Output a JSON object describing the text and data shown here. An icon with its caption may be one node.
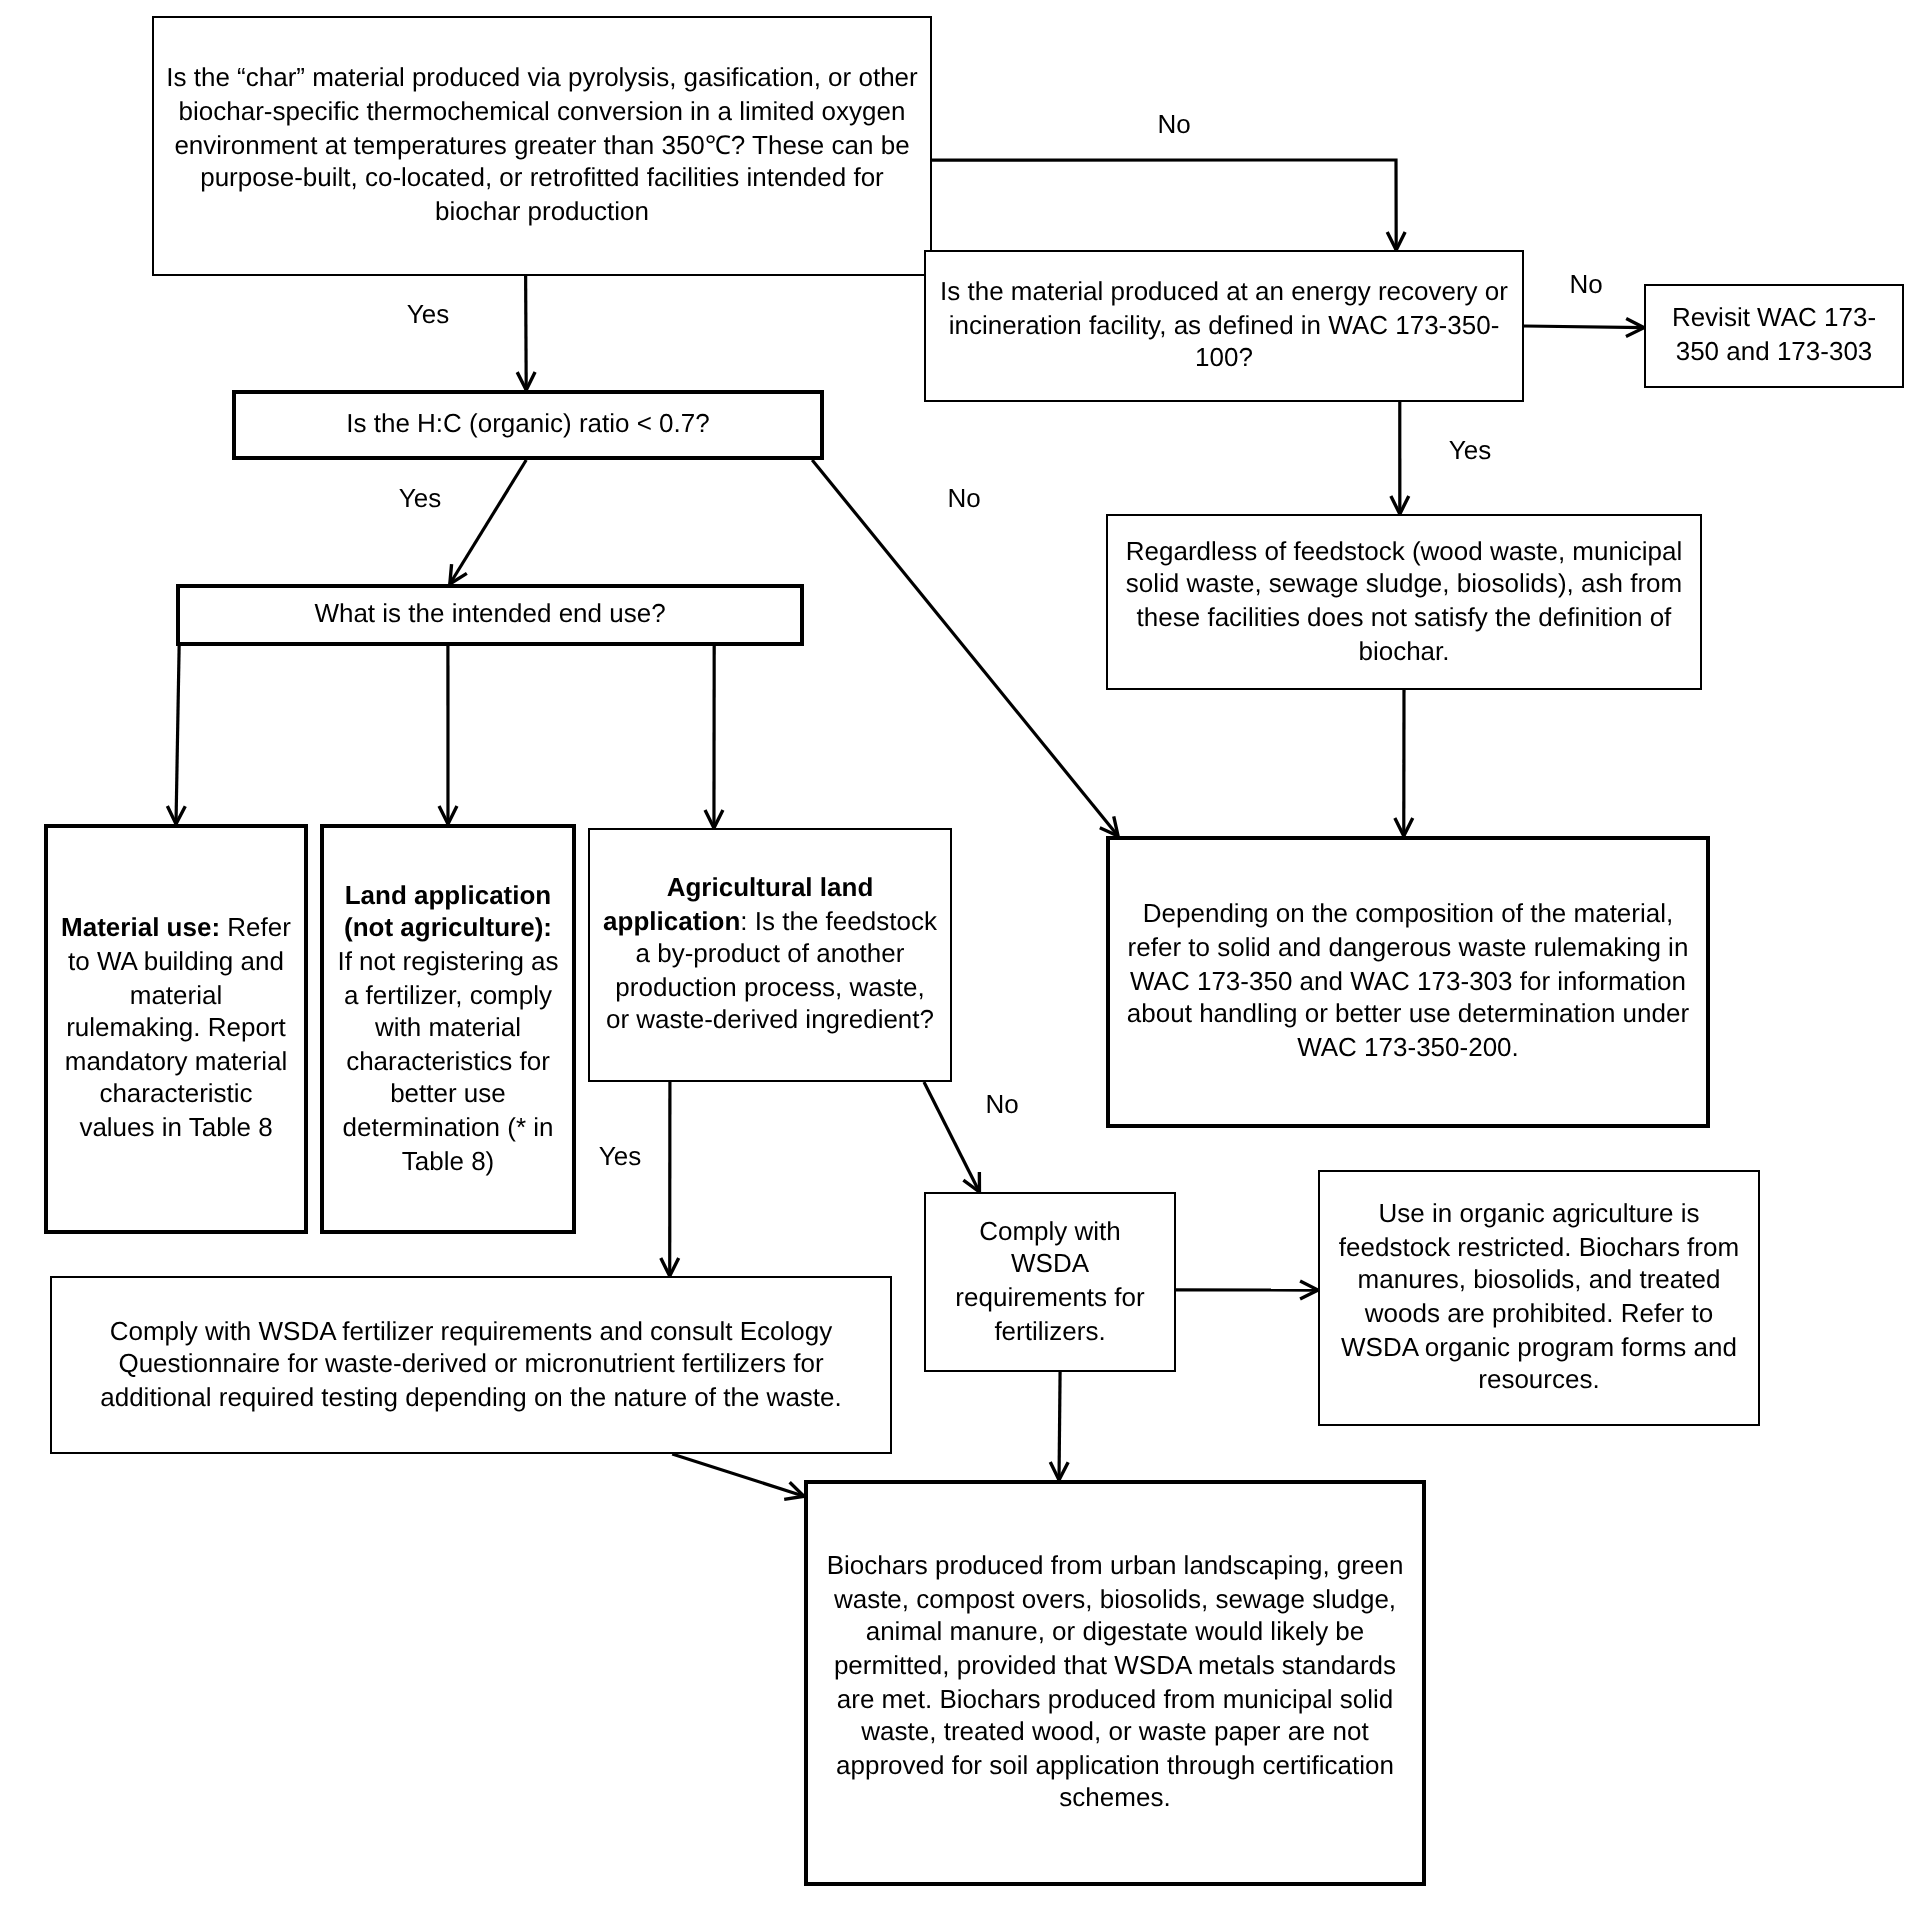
{
  "diagram": {
    "nodes": [
      {
        "text": [
          "Is the “char” material produced via pyrolysis, gasification, or other biochar-specific thermochemical conversion in a limited oxygen environment at temperatures greater than 350℃? These can be purpose-built, co-located, or retrofitted facilities intended for biochar production"
        ]
      },
      {
        "text": [
          "Is the material produced at an energy recovery or incineration facility, as defined in WAC 173-350-100?"
        ]
      },
      {
        "text": [
          "Revisit WAC 173-350 and 173-303"
        ]
      },
      {
        "text": [
          "Is the H:C (organic) ratio < 0.7?"
        ]
      },
      {
        "text": [
          "Regardless of feedstock (wood waste, municipal solid waste, sewage sludge, biosolids), ash from these facilities does not satisfy the definition of biochar."
        ]
      },
      {
        "text": [
          "What is the intended end use?"
        ]
      },
      {
        "text": [
          "**Material use:** Refer to WA building and material rulemaking. Report mandatory material characteristic values in Table 8"
        ]
      },
      {
        "text": [
          "**Land application (not agriculture):** If not registering as a fertilizer, comply with material characteristics for better use determination (* in Table 8)"
        ]
      },
      {
        "text": [
          "**Agricultural land application**: Is the feedstock a by-product of another production process, waste, or waste-derived ingredient?"
        ]
      },
      {
        "text": [
          "Depending on the composition of the material, refer to solid and dangerous waste rulemaking in WAC 173-350 and WAC 173-303 for information about handling or better use determination under WAC 173-350-200."
        ]
      },
      {
        "text": [
          "Comply with WSDA requirements for fertilizers."
        ]
      },
      {
        "text": [
          "Use in organic agriculture is feedstock restricted. Biochars from manures, biosolids, and treated woods are prohibited. Refer to WSDA organic program forms and resources."
        ]
      },
      {
        "text": [
          "Comply with WSDA fertilizer requirements and consult Ecology Questionnaire for waste-derived or micronutrient fertilizers for additional required testing depending on the nature of the waste."
        ]
      },
      {
        "text": [
          "Biochars produced from urban landscaping, green waste, compost overs, biosolids, sewage sludge, animal manure, or digestate would likely be permitted, provided that WSDA metals standards are met. Biochars produced from municipal solid waste, treated wood, or waste paper are not approved for soil application through certification schemes."
        ]
      }
    ],
    "edges": [
      {
        "from": 0,
        "to": 1,
        "arrow": "to",
        "label": "No"
      },
      {
        "from": 0,
        "to": 3,
        "arrow": "to",
        "label": "Yes"
      },
      {
        "from": 1,
        "to": 2,
        "arrow": "to",
        "label": "No"
      },
      {
        "from": 1,
        "to": 4,
        "arrow": "to",
        "label": "Yes"
      },
      {
        "from": 3,
        "to": 5,
        "arrow": "to",
        "label": "Yes"
      },
      {
        "from": 3,
        "to": 9,
        "arrow": "to",
        "label": "No"
      },
      {
        "from": 5,
        "to": 6,
        "arrow": "to"
      },
      {
        "from": 5,
        "to": 7,
        "arrow": "to"
      },
      {
        "from": 5,
        "to": 8,
        "arrow": "to"
      },
      {
        "from": 4,
        "to": 9,
        "arrow": "to"
      },
      {
        "from": 8,
        "to": 12,
        "arrow": "to",
        "label": "Yes"
      },
      {
        "from": 8,
        "to": 10,
        "arrow": "to",
        "label": "No"
      },
      {
        "from": 10,
        "to": 11,
        "arrow": "to"
      },
      {
        "from": 10,
        "to": 13,
        "arrow": "to"
      },
      {
        "from": 12,
        "to": 13,
        "arrow": "to"
      }
    ]
  }
}
